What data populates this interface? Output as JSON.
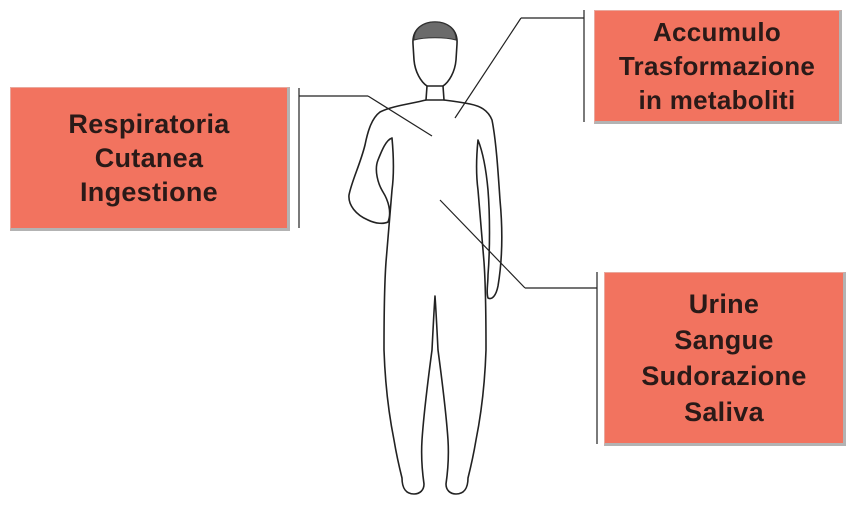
{
  "boxes": {
    "routes": {
      "lines": [
        "Respiratoria",
        "Cutanea",
        "Ingestione"
      ]
    },
    "fate": {
      "lines": [
        "Accumulo",
        "Trasformazione",
        "in metaboliti"
      ]
    },
    "excretion": {
      "lines": [
        "Urine",
        "Sangue",
        "Sudorazione",
        "Saliva"
      ]
    }
  },
  "colors": {
    "box_fill": "#f2735f",
    "text": "#2a1a18",
    "head_cap": "#6b6b6b",
    "outline": "#222222"
  },
  "icons": {
    "figure": "human-body-outline-icon"
  }
}
